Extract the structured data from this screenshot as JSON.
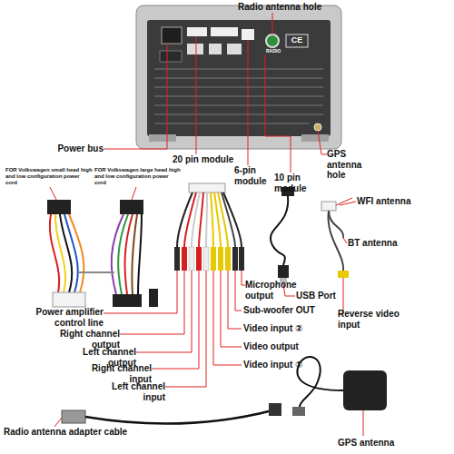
{
  "diagram": {
    "labels": [
      "Radio antenna hole",
      "RADIO",
      "CE",
      "Power bus",
      "20 pin module",
      "6-pin module",
      "10 pin module",
      "GPS antenna hole",
      "FOR Volkswagen small head high and low configuration power cord",
      "FOR Volkswagen large head high and low configuration power cord",
      "WFI antenna",
      "BT antenna",
      "Microphone output",
      "USB Port",
      "Reverse video input",
      "Power amplifier control line",
      "Sub-woofer OUT",
      "Right channel output",
      "Video input ②",
      "Left channel output",
      "Video output",
      "Right channel input",
      "Video input ①",
      "Left channel input",
      "Radio antenna adapter cable",
      "GPS antenna"
    ]
  }
}
